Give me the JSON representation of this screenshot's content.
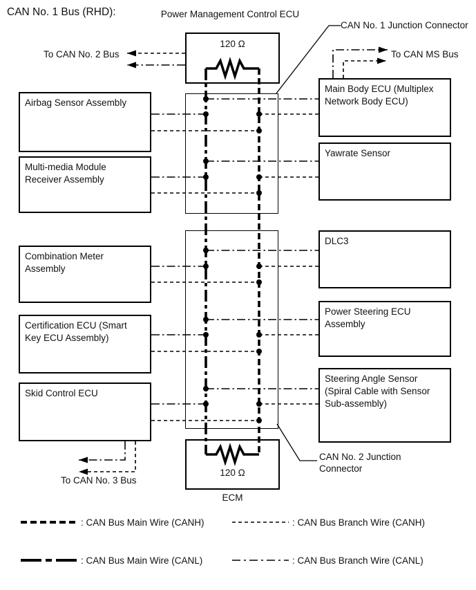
{
  "title": "CAN No. 1 Bus (RHD):",
  "colors": {
    "line": "#000000",
    "background": "#ffffff"
  },
  "top_ecu": {
    "label": "Power Management Control ECU",
    "resistor": "120 Ω"
  },
  "bottom_ecu": {
    "label": "ECM",
    "resistor": "120 Ω"
  },
  "junction_connectors": [
    {
      "label": "CAN No. 1 Junction Connector"
    },
    {
      "label": "CAN No. 2 Junction Connector"
    }
  ],
  "external_buses": [
    {
      "label": "To CAN No. 2 Bus"
    },
    {
      "label": "To CAN MS Bus"
    },
    {
      "label": "To CAN No. 3 Bus"
    }
  ],
  "left_devices": [
    {
      "label": "Airbag Sensor Assembly"
    },
    {
      "label": "Multi-media Module Receiver Assembly"
    },
    {
      "label": "Combination Meter Assembly"
    },
    {
      "label": "Certification ECU (Smart Key ECU Assembly)"
    },
    {
      "label": "Skid Control ECU"
    }
  ],
  "right_devices": [
    {
      "label": "Main Body ECU (Multiplex Network Body ECU)"
    },
    {
      "label": "Yawrate Sensor"
    },
    {
      "label": "DLC3"
    },
    {
      "label": "Power Steering ECU Assembly"
    },
    {
      "label": "Steering Angle Sensor (Spiral Cable with Sensor Sub-assembly)"
    }
  ],
  "legend": [
    {
      "style": "main-canh",
      "label": ": CAN Bus Main Wire (CANH)"
    },
    {
      "style": "branch-canh",
      "label": ": CAN Bus Branch Wire (CANH)"
    },
    {
      "style": "main-canl",
      "label": ": CAN Bus Main Wire (CANL)"
    },
    {
      "style": "branch-canl",
      "label": ": CAN Bus Branch Wire (CANL)"
    }
  ]
}
